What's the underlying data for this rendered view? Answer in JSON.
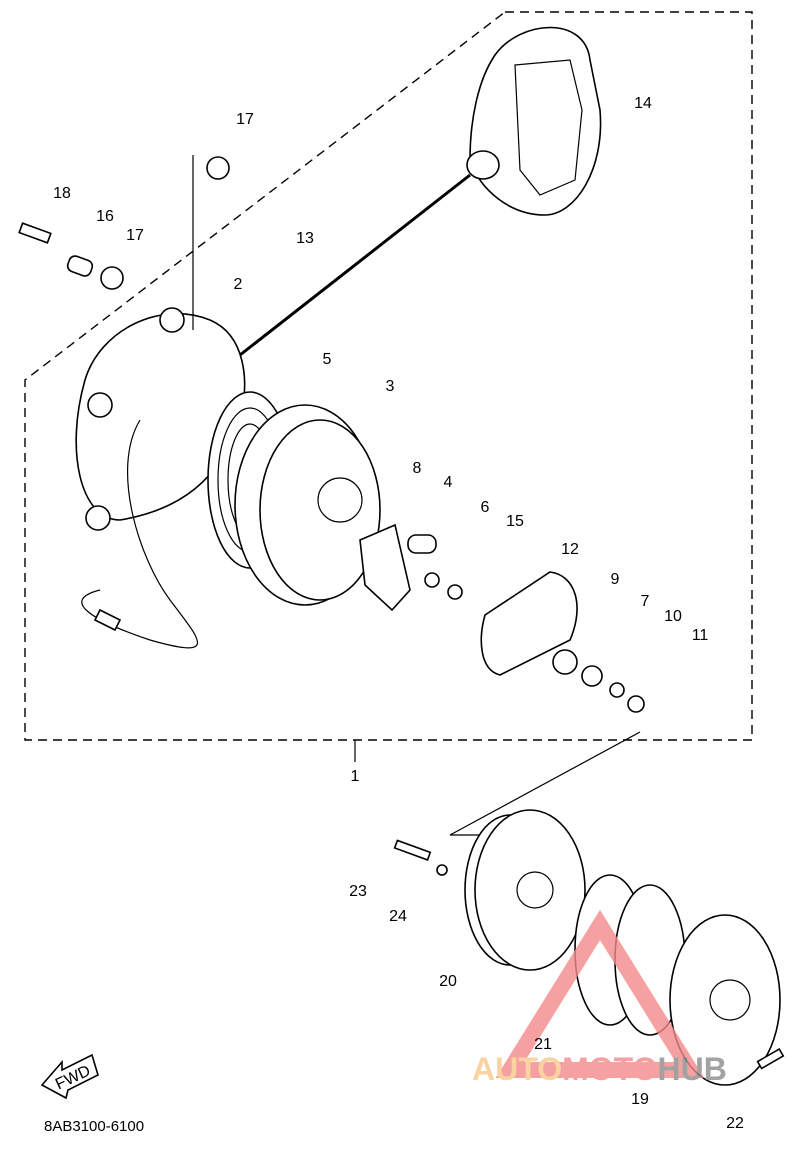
{
  "diagram": {
    "part_code": "8AB3100-6100",
    "fwd_label": "FWD",
    "labels": [
      "17",
      "18",
      "16",
      "17",
      "13",
      "2",
      "14",
      "5",
      "3",
      "8",
      "4",
      "6",
      "15",
      "12",
      "9",
      "7",
      "10",
      "11",
      "1",
      "23",
      "24",
      "20",
      "21",
      "19",
      "22"
    ],
    "watermark": {
      "part1": "AUTO",
      "part2": "MOTO",
      "part3": "HUB",
      "color1": "#f9c98a",
      "color2": "#f48a8a",
      "color3": "#8c8c8c"
    }
  }
}
